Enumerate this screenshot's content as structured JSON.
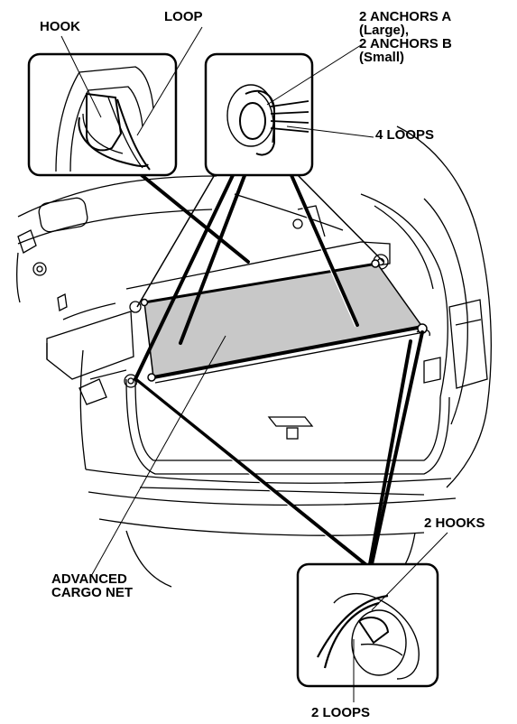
{
  "labels": {
    "hook": "HOOK",
    "loop": "LOOP",
    "anchors_line1": "2 ANCHORS A",
    "anchors_line2": "(Large),",
    "anchors_line3": "2 ANCHORS B",
    "anchors_line4": "(Small)",
    "four_loops": "4 LOOPS",
    "two_hooks": "2 HOOKS",
    "net_line1": "ADVANCED",
    "net_line2": "CARGO NET",
    "two_loops": "2 LOOPS"
  },
  "colors": {
    "line": "#000000",
    "net_fill": "#c8c8c8",
    "background": "#ffffff"
  }
}
